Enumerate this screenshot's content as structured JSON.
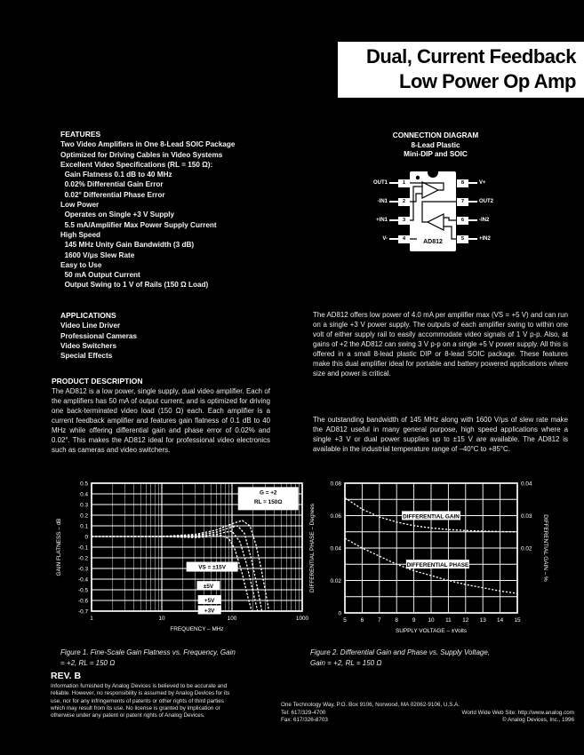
{
  "title": {
    "line1": "Dual, Current Feedback",
    "line2": "Low Power Op Amp"
  },
  "features": {
    "heading": "FEATURES",
    "lines": [
      "Two Video Amplifiers in One 8-Lead SOIC Package",
      "Optimized for Driving Cables in Video Systems",
      "Excellent Video Specifications (RL = 150 Ω):",
      "  Gain Flatness 0.1 dB to 40 MHz",
      "  0.02% Differential Gain Error",
      "  0.02° Differential Phase Error",
      "Low Power",
      "  Operates on Single +3 V Supply",
      "  5.5 mA/Amplifier Max Power Supply Current",
      "High Speed",
      "  145 MHz Unity Gain Bandwidth (3 dB)",
      "  1600 V/μs Slew Rate",
      "Easy to Use",
      "  50 mA Output Current",
      "  Output Swing to 1 V of Rails (150 Ω Load)"
    ]
  },
  "applications": {
    "heading": "APPLICATIONS",
    "items": [
      "Video Line Driver",
      "Professional Cameras",
      "Video Switchers",
      "Special Effects"
    ]
  },
  "product_description": {
    "heading": "PRODUCT DESCRIPTION",
    "body": "The AD812 is a low power, single supply, dual video amplifier. Each of the amplifiers has 50 mA of output current, and is optimized for driving one back-terminated video load (150 Ω) each. Each amplifier is a current feedback amplifier and features gain flatness of 0.1 dB to 40 MHz while offering differential gain and phase error of 0.02% and 0.02°. This makes the AD812 ideal for professional video electronics such as cameras and video switchers."
  },
  "pin_config": {
    "heading_lines": [
      "CONNECTION DIAGRAM",
      "8-Lead Plastic",
      "Mini-DIP and SOIC"
    ],
    "chip_label": "AD812",
    "left_pins": [
      {
        "num": "1",
        "label": "OUT1"
      },
      {
        "num": "2",
        "label": "-IN1"
      },
      {
        "num": "3",
        "label": "+IN1"
      },
      {
        "num": "4",
        "label": "V-"
      }
    ],
    "right_pins": [
      {
        "num": "8",
        "label": "V+"
      },
      {
        "num": "7",
        "label": "OUT2"
      },
      {
        "num": "6",
        "label": "-IN2"
      },
      {
        "num": "5",
        "label": "+IN2"
      }
    ]
  },
  "description_right": {
    "para1": "The AD812 offers low power of 4.0 mA per amplifier max (VS = +5 V) and can run on a single +3 V power supply. The outputs of each amplifier swing to within one volt of either supply rail to easily accommodate video signals of 1 V p-p. Also, at gains of +2 the AD812 can swing 3 V p-p on a single +5 V power supply. All this is offered in a small 8-lead plastic DIP or 8-lead SOIC package. These features make this dual amplifier ideal for portable and battery powered applications where size and power is critical.",
    "para2": "The outstanding bandwidth of 145 MHz along with 1600 V/μs of slew rate make the AD812 useful in many general purpose, high speed applications where a single +3 V or dual power supplies up to ±15 V are available. The AD812 is available in the industrial temperature range of –40°C to +85°C."
  },
  "chart_data": [
    {
      "id": "fig1",
      "type": "line",
      "title": "Fine-Scale Gain Flatness vs. Frequency",
      "xlabel": "FREQUENCY – MHz",
      "ylabel": "GAIN FLATNESS – dB",
      "xscale": "log",
      "xlim": [
        1,
        1000
      ],
      "xticks": [
        "1",
        "10",
        "100",
        "1000"
      ],
      "ylim": [
        -0.7,
        0.5
      ],
      "yticks": [
        "0.5",
        "0.4",
        "0.3",
        "0.2",
        "0.1",
        "0",
        "-0.1",
        "-0.2",
        "-0.3",
        "-0.4",
        "-0.5",
        "-0.6",
        "-0.7"
      ],
      "grid": true,
      "series": [
        {
          "name": "VS = ±15V",
          "x": [
            1,
            3,
            10,
            30,
            60,
            100,
            140,
            180,
            220,
            260,
            300,
            340
          ],
          "y": [
            0,
            0,
            0,
            0.02,
            0.06,
            0.12,
            0.15,
            0.1,
            -0.08,
            -0.3,
            -0.52,
            -0.72
          ]
        },
        {
          "name": "±5V",
          "x": [
            1,
            3,
            10,
            30,
            60,
            90,
            120,
            150,
            190,
            230,
            270
          ],
          "y": [
            0,
            0,
            0,
            0.01,
            0.04,
            0.08,
            0.1,
            0.03,
            -0.22,
            -0.48,
            -0.72
          ]
        },
        {
          "name": "+5V",
          "x": [
            1,
            3,
            10,
            30,
            60,
            80,
            100,
            130,
            160,
            200,
            235
          ],
          "y": [
            0,
            0,
            0,
            0,
            0.02,
            0.04,
            0.05,
            -0.05,
            -0.25,
            -0.52,
            -0.72
          ]
        },
        {
          "name": "+3V",
          "x": [
            1,
            3,
            10,
            30,
            50,
            70,
            90,
            110,
            140,
            170,
            195
          ],
          "y": [
            0,
            0,
            0,
            -0.01,
            0,
            0.01,
            -0.02,
            -0.12,
            -0.35,
            -0.58,
            -0.72
          ]
        }
      ],
      "annotations": [
        {
          "kind": "box",
          "lines": [
            "G = +2",
            "RL = 150Ω"
          ],
          "fx": 0.695,
          "fy": 0.03,
          "w": 68,
          "h": 26
        },
        {
          "kind": "label",
          "text": "VS = ±15V",
          "fx": 0.45,
          "fy": 0.615,
          "w": 58,
          "h": 11
        },
        {
          "kind": "label",
          "text": "±5V",
          "fx": 0.5,
          "fy": 0.765,
          "w": 26,
          "h": 10
        },
        {
          "kind": "label",
          "text": "+5V",
          "fx": 0.505,
          "fy": 0.875,
          "w": 26,
          "h": 10
        },
        {
          "kind": "label",
          "text": "+3V",
          "fx": 0.505,
          "fy": 0.955,
          "w": 26,
          "h": 10
        }
      ],
      "caption_lines": [
        "Figure 1. Fine-Scale Gain Flatness vs. Frequency, Gain",
        "= +2, RL = 150 Ω"
      ]
    },
    {
      "id": "fig2",
      "type": "line",
      "title": "Differential Gain and Phase vs. Supply Voltage",
      "xlabel": "SUPPLY VOLTAGE – ±Volts",
      "ylabel_left": "DIFFERENTIAL PHASE – Degrees",
      "ylabel_right": "DIFFERENTIAL GAIN – %",
      "xscale": "linear",
      "xlim": [
        5,
        15
      ],
      "xticks": [
        "5",
        "6",
        "7",
        "8",
        "9",
        "10",
        "11",
        "12",
        "13",
        "14",
        "15"
      ],
      "ylim_left": [
        0,
        0.08
      ],
      "yticks_left": [
        "0.08",
        "0.06",
        "0.04",
        "0.02",
        "0"
      ],
      "ylim_right": [
        0,
        0.04
      ],
      "yticks_right": [
        "0.04",
        "0.03",
        "0.02"
      ],
      "grid": true,
      "series": [
        {
          "name": "DIFFERENTIAL GAIN",
          "axis": "right",
          "x": [
            5,
            6,
            7,
            8,
            9,
            10,
            11,
            12,
            13,
            14,
            15
          ],
          "y": [
            0.0355,
            0.032,
            0.0296,
            0.028,
            0.0269,
            0.0262,
            0.0257,
            0.0254,
            0.0252,
            0.0251,
            0.025
          ]
        },
        {
          "name": "DIFFERENTIAL PHASE",
          "axis": "left",
          "x": [
            5,
            6,
            7,
            8,
            9,
            10,
            11,
            12,
            13,
            14,
            15
          ],
          "y": [
            0.046,
            0.04,
            0.035,
            0.03,
            0.026,
            0.023,
            0.02,
            0.0175,
            0.0155,
            0.0135,
            0.012
          ]
        }
      ],
      "annotations": [
        {
          "kind": "label",
          "text": "DIFFERENTIAL GAIN",
          "fx": 0.33,
          "fy": 0.215,
          "w": 66,
          "h": 10
        },
        {
          "kind": "label",
          "text": "DIFFERENTIAL PHASE",
          "fx": 0.355,
          "fy": 0.59,
          "w": 71,
          "h": 10
        }
      ],
      "caption_lines": [
        "Figure 2. Differential Gain and Phase vs. Supply Voltage,",
        "Gain = +2, RL = 150 Ω"
      ]
    }
  ],
  "footer": {
    "rev": "REV. B",
    "disclaimer_lines": [
      "Information furnished by Analog Devices is believed to be accurate and",
      "reliable. However, no responsibility is assumed by Analog Devices for its",
      "use, nor for any infringements of patents or other rights of third parties",
      "which may result from its use. No license is granted by implication or",
      "otherwise under any patent or patent rights of Analog Devices."
    ],
    "address": "One Technology Way, P.O. Box 9106, Norwood, MA 02062-9106, U.S.A.",
    "tel": "Tel: 617/329-4700",
    "web": "World Wide Web Site: http://www.analog.com",
    "fax": "Fax: 617/326-8703",
    "copyright": "© Analog Devices, Inc., 1996"
  }
}
